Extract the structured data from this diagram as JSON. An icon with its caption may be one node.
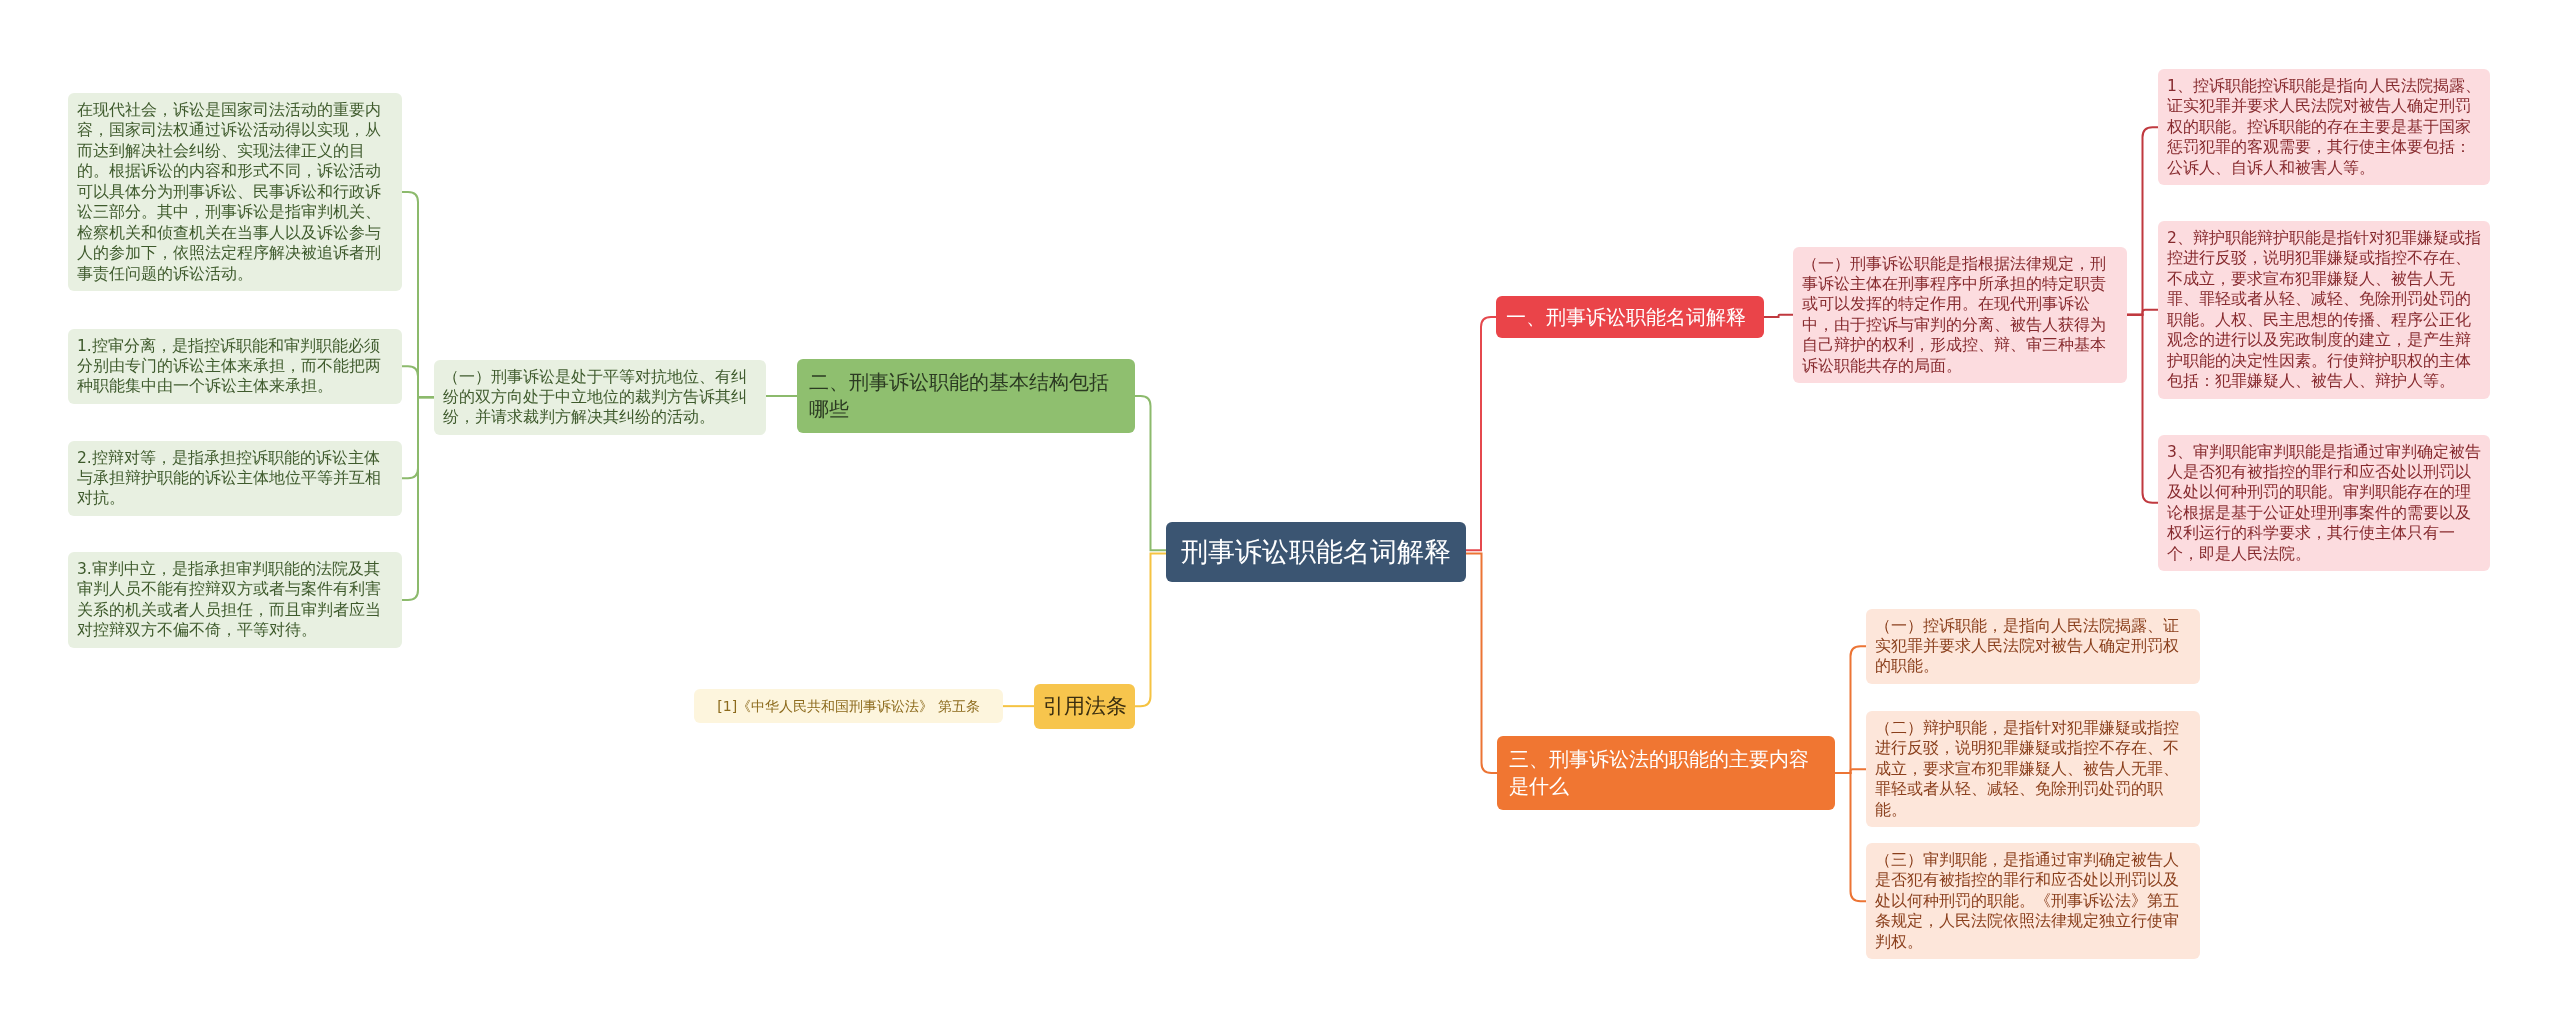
{
  "diagram": {
    "nodes": [
      {
        "text": [
          "刑事诉讼职能名词解释"
        ]
      },
      {
        "text": [
          "二、刑事诉讼职能的基本结构包括哪些"
        ]
      },
      {
        "text": [
          "（一）刑事诉讼是处于平等对抗地位、有纠纷的双方向处于中立地位的裁判方告诉其纠纷，并请求裁判方解决其纠纷的活动。"
        ]
      },
      {
        "text": [
          "在现代社会，诉讼是国家司法活动的重要内容，国家司法权通过诉讼活动得以实现，从而达到解决社会纠纷、实现法律正义的目的。根据诉讼的内容和形式不同，诉讼活动可以具体分为刑事诉讼、民事诉讼和行政诉讼三部分。其中，刑事诉讼是指审判机关、检察机关和侦查机关在当事人以及诉讼参与人的参加下，依照法定程序解决被追诉者刑事责任问题的诉讼活动。"
        ]
      },
      {
        "text": [
          "1.控审分离，是指控诉职能和审判职能必须分别由专门的诉讼主体来承担，而不能把两种职能集中由一个诉讼主体来承担。"
        ]
      },
      {
        "text": [
          "2.控辩对等，是指承担控诉职能的诉讼主体与承担辩护职能的诉讼主体地位平等并互相对抗。"
        ]
      },
      {
        "text": [
          "3.审判中立，是指承担审判职能的法院及其审判人员不能有控辩双方或者与案件有利害关系的机关或者人员担任，而且审判者应当对控辩双方不偏不倚，平等对待。"
        ]
      },
      {
        "text": [
          "引用法条"
        ]
      },
      {
        "text": [
          "[1]《中华人民共和国刑事诉讼法》 第五条"
        ]
      },
      {
        "text": [
          "一、刑事诉讼职能名词解释"
        ]
      },
      {
        "text": [
          "（一）刑事诉讼职能是指根据法律规定，刑事诉讼主体在刑事程序中所承担的特定职责或可以发挥的特定作用。在现代刑事诉讼中，由于控诉与审判的分离、被告人获得为自己辩护的权利，形成控、辩、审三种基本诉讼职能共存的局面。"
        ]
      },
      {
        "text": [
          "1、控诉职能控诉职能是指向人民法院揭露、证实犯罪并要求人民法院对被告人确定刑罚权的职能。控诉职能的存在主要是基于国家惩罚犯罪的客观需要，其行使主体要包括：公诉人、自诉人和被害人等。"
        ]
      },
      {
        "text": [
          "2、辩护职能辩护职能是指针对犯罪嫌疑或指控进行反驳，说明犯罪嫌疑或指控不存在、不成立，要求宣布犯罪嫌疑人、被告人无罪、罪轻或者从轻、减轻、免除刑罚处罚的职能。人权、民主思想的传播、程序公正化观念的进行以及宪政制度的建立，是产生辩护职能的决定性因素。行使辩护职权的主体包括：犯罪嫌疑人、被告人、辩护人等。"
        ]
      },
      {
        "text": [
          "3、审判职能审判职能是指通过审判确定被告人是否犯有被指控的罪行和应否处以刑罚以及处以何种刑罚的职能。审判职能存在的理论根据是基于公证处理刑事案件的需要以及权利运行的科学要求，其行使主体只有一个，即是人民法院。"
        ]
      },
      {
        "text": [
          "三、刑事诉讼法的职能的主要内容是什么"
        ]
      },
      {
        "text": [
          "（一）控诉职能，是指向人民法院揭露、证实犯罪并要求人民法院对被告人确定刑罚权的职能。"
        ]
      },
      {
        "text": [
          "（二）辩护职能，是指针对犯罪嫌疑或指控进行反驳，说明犯罪嫌疑或指控不存在、不成立，要求宣布犯罪嫌疑人、被告人无罪、罪轻或者从轻、减轻、免除刑罚处罚的职能。"
        ]
      },
      {
        "text": [
          "（三）审判职能，是指通过审判确定被告人是否犯有被指控的罪行和应否处以刑罚以及处以何种刑罚的职能。《刑事诉讼法》第五条规定，人民法院依照法律规定独立行使审判权。"
        ]
      }
    ],
    "edges": [
      {
        "from": 0,
        "to": 1,
        "arrow": "none"
      },
      {
        "from": 1,
        "to": 2,
        "arrow": "none"
      },
      {
        "from": 2,
        "to": 3,
        "arrow": "none"
      },
      {
        "from": 2,
        "to": 4,
        "arrow": "none"
      },
      {
        "from": 2,
        "to": 5,
        "arrow": "none"
      },
      {
        "from": 2,
        "to": 6,
        "arrow": "none"
      },
      {
        "from": 0,
        "to": 7,
        "arrow": "none",
        "color": "#f5c342"
      },
      {
        "from": 7,
        "to": 8,
        "arrow": "none",
        "color": "#f5c342"
      },
      {
        "from": 0,
        "to": 9,
        "arrow": "none",
        "color": "#e5484d"
      },
      {
        "from": 9,
        "to": 10,
        "arrow": "none",
        "color": "#c0393f"
      },
      {
        "from": 10,
        "to": 11,
        "arrow": "none",
        "color": "#c0393f"
      },
      {
        "from": 10,
        "to": 12,
        "arrow": "none",
        "color": "#c0393f"
      },
      {
        "from": 10,
        "to": 13,
        "arrow": "none",
        "color": "#c0393f"
      },
      {
        "from": 0,
        "to": 14,
        "arrow": "none",
        "color": "#ec7434"
      },
      {
        "from": 14,
        "to": 15,
        "arrow": "none",
        "color": "#ec7434"
      },
      {
        "from": 14,
        "to": 16,
        "arrow": "none",
        "color": "#ec7434"
      },
      {
        "from": 14,
        "to": 17,
        "arrow": "none",
        "color": "#ec7434"
      }
    ]
  }
}
